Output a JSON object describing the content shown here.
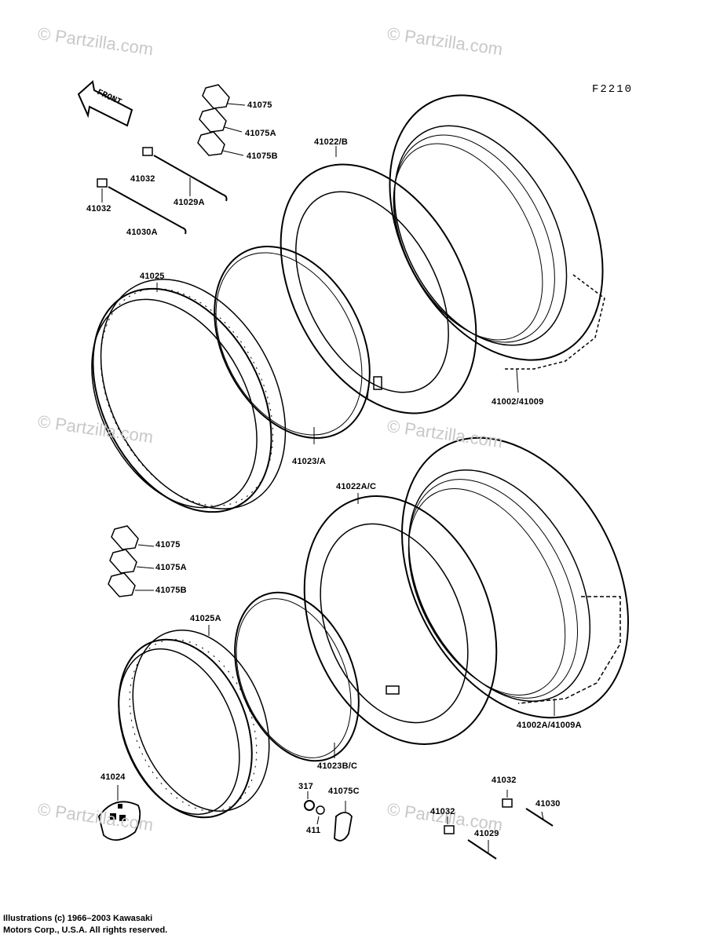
{
  "figure_code": "F2210",
  "front_label": "FRONT",
  "watermark_text": "© Partzilla.com",
  "copyright_lines": [
    "Illustrations (c) 1966–2003 Kawasaki",
    "Motors Corp., U.S.A.  All rights reserved."
  ],
  "parts": {
    "p41075_top": "41075",
    "p41075A_top": "41075A",
    "p41075B_top": "41075B",
    "p41032_a": "41032",
    "p41029A": "41029A",
    "p41032_b": "41032",
    "p41030A": "41030A",
    "p41022B": "41022/B",
    "p41025": "41025",
    "p41023A": "41023/A",
    "p41002_41009": "41002/41009",
    "p41022AC": "41022A/C",
    "p41075_mid": "41075",
    "p41075A_mid": "41075A",
    "p41075B_mid": "41075B",
    "p41025A": "41025A",
    "p41023BC": "41023B/C",
    "p41002A_41009A": "41002A/41009A",
    "p41024": "41024",
    "p317": "317",
    "p41075C": "41075C",
    "p411": "411",
    "p41032_c": "41032",
    "p41030": "41030",
    "p41032_d": "41032",
    "p41029": "41029"
  }
}
